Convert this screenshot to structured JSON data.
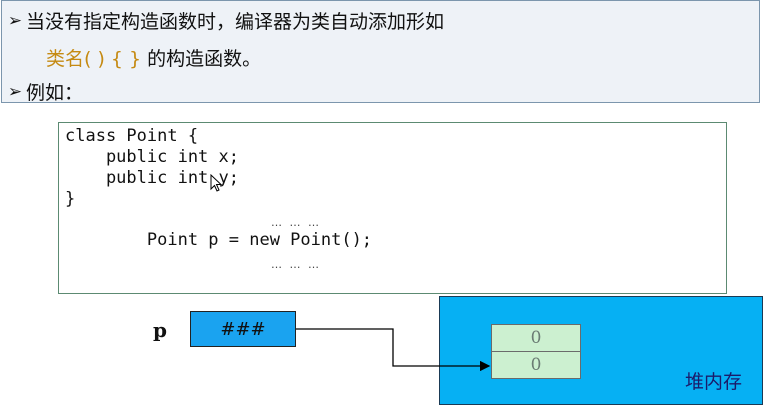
{
  "slide": {
    "line1": "当没有指定构造函数时，编译器为类自动添加形如",
    "highlight": "类名(  )  {  }",
    "line2_rest": " 的构造函数。",
    "line3": "例如：",
    "bullet": "➢"
  },
  "code": {
    "lines": [
      "class Point {",
      "    public int x;",
      "    public int y;",
      "}",
      "        Point p = new Point();"
    ],
    "ellipsis": "… … …"
  },
  "diagram": {
    "var_name": "p",
    "ref_value": "###",
    "fields": [
      "0",
      "0"
    ],
    "heap_label": "堆内存"
  },
  "colors": {
    "highlight": "#c58a12",
    "ref_box": "#1aa3f0",
    "heap": "#06b0f3",
    "field": "#ccf0d0"
  }
}
